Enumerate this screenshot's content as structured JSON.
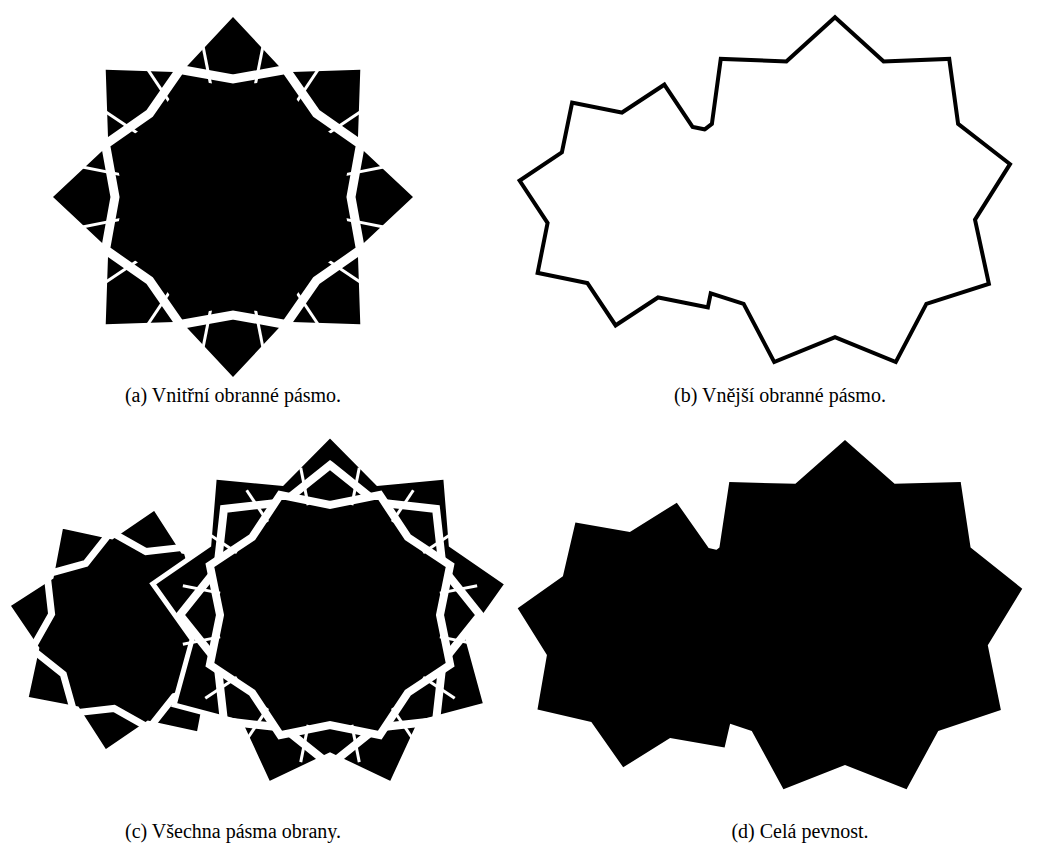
{
  "diagram": {
    "labels": [
      "(a) Vnitřní obranné pásmo.",
      "(b) Vnější obranné pásmo.",
      "(c) Všechna pásma obrany.",
      "(d) Celá pevnost."
    ]
  }
}
